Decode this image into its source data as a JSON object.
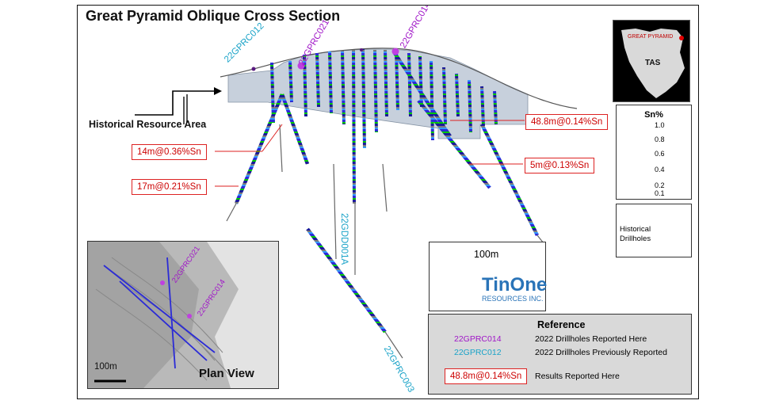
{
  "title": "Great Pyramid Oblique Cross Section",
  "historical_label": "Historical Resource Area",
  "results": [
    {
      "label": "48.8m@0.14%Sn"
    },
    {
      "label": "14m@0.36%Sn"
    },
    {
      "label": "5m@0.13%Sn"
    },
    {
      "label": "17m@0.21%Sn"
    }
  ],
  "holes": {
    "h012": "22GPRC012",
    "h021": "22GPRC021",
    "h014": "22GPRC014",
    "h001a": "22GDD001A",
    "h003": "22GPRC003"
  },
  "location_map": {
    "label": "GREAT PYRAMID",
    "state": "TAS",
    "marker_color": "#e00000"
  },
  "sn_legend": {
    "title": "Sn%",
    "ticks": [
      "1.0",
      "0.8",
      "0.6",
      "0.4",
      "0.2",
      "0.1"
    ],
    "colors": [
      "#ff00ff",
      "#ff0000",
      "#ffff00",
      "#00ff00",
      "#0000ff",
      "#00008b"
    ]
  },
  "historical_drillholes": "Historical Drillholes",
  "scale_bar": "100m",
  "logo": {
    "name": "TinOne",
    "sub": "RESOURCES INC."
  },
  "reference": {
    "title": "Reference",
    "row1_hole": "22GPRC014",
    "row1_desc": "2022 Drillholes Reported Here",
    "row2_hole": "22GPRC012",
    "row2_desc": "2022 Drillholes Previously Reported",
    "row3_box": "48.8m@0.14%Sn",
    "row3_desc": "Results Reported Here"
  },
  "plan_view": {
    "label": "Plan View",
    "scale": "100m",
    "hole_a": "22GPRC021",
    "hole_b": "22GPRC014"
  }
}
